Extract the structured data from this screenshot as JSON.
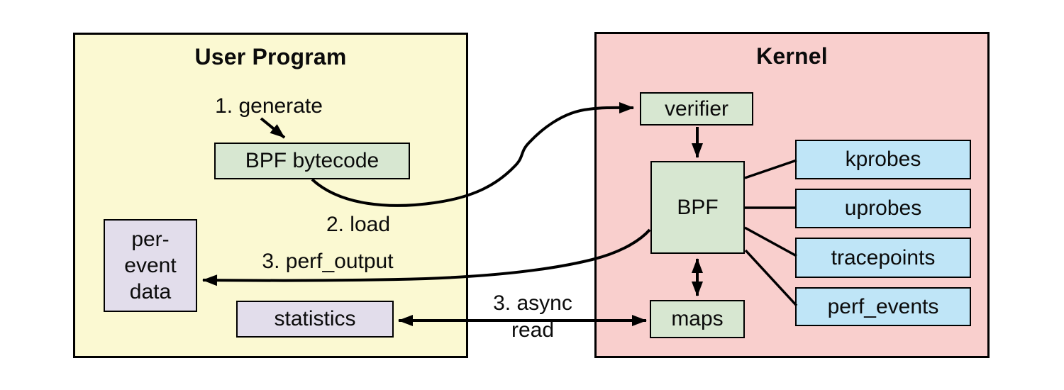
{
  "diagram": {
    "containers": {
      "user_program": {
        "title": "User Program"
      },
      "kernel": {
        "title": "Kernel"
      }
    },
    "nodes": {
      "bpf_bytecode": {
        "label": "BPF bytecode"
      },
      "per_event_data": {
        "lines": [
          "per-",
          "event",
          "data"
        ]
      },
      "statistics": {
        "label": "statistics"
      },
      "verifier": {
        "label": "verifier"
      },
      "bpf": {
        "label": "BPF"
      },
      "maps": {
        "label": "maps"
      },
      "kprobes": {
        "label": "kprobes"
      },
      "uprobes": {
        "label": "uprobes"
      },
      "tracepoints": {
        "label": "tracepoints"
      },
      "perf_events": {
        "label": "perf_events"
      }
    },
    "edge_labels": {
      "generate": "1. generate",
      "load": "2. load",
      "perf_output": "3. perf_output",
      "async_read": [
        "3. async",
        "read"
      ]
    },
    "edges": [
      "generate -> bpf_bytecode",
      "bpf_bytecode -> verifier (2. load)",
      "verifier -> bpf",
      "bpf <-> maps",
      "bpf -> per_event_data (3. perf_output)",
      "maps <-> statistics (3. async read)",
      "bpf -- kprobes",
      "bpf -- uprobes",
      "bpf -- tracepoints",
      "bpf -- perf_events"
    ],
    "colors": {
      "user_program_fill": "#FBF9D2",
      "kernel_fill": "#F9CFCD",
      "process_fill": "#D7E7D1",
      "event_source_fill": "#BFE5F7",
      "output_fill": "#E2DDEB",
      "stroke": "#000000",
      "background": "#FFFFFF"
    }
  }
}
